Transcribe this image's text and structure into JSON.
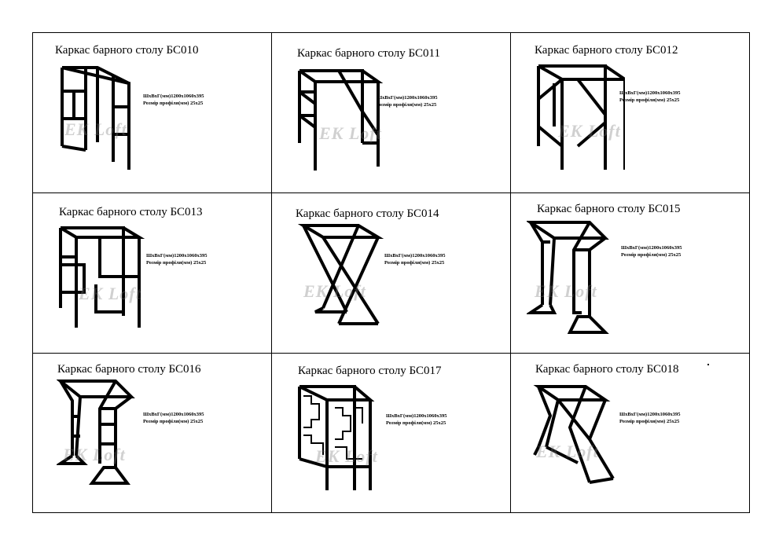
{
  "cards": [
    {
      "title": "Каркас барного столу БС010",
      "dims": "ШхВхГ(мм)1200х1060х395",
      "profile": "Розмір профіля(мм) 25х25",
      "watermark": "EK Loft",
      "frame_icon": "bar-frame-bs010-icon"
    },
    {
      "title": "Каркас барного столу БС011",
      "dims": "ШхВхГ(мм)1200х1060х395",
      "profile": "Розмір профіля(мм) 25х25",
      "watermark": "EK Loft",
      "frame_icon": "bar-frame-bs011-icon"
    },
    {
      "title": "Каркас барного столу БС012",
      "dims": "ШхВхГ(мм)1200х1060х395",
      "profile": "Розмір профіля(мм) 25х25",
      "watermark": "EK Loft",
      "frame_icon": "bar-frame-bs012-icon"
    },
    {
      "title": "Каркас барного столу БС013",
      "dims": "ШхВхГ(мм)1200х1060х395",
      "profile": "Розмір профіля(мм) 25х25",
      "watermark": "EK Loft",
      "frame_icon": "bar-frame-bs013-icon"
    },
    {
      "title": "Каркас барного столу БС014",
      "dims": "ШхВхГ(мм)1200х1060х395",
      "profile": "Розмір профіля(мм) 25х25",
      "watermark": "EK Loft",
      "frame_icon": "bar-frame-bs014-icon"
    },
    {
      "title": "Каркас барного столу БС015",
      "dims": "ШхВхГ(мм)1200х1060х395",
      "profile": "Розмір профіля(мм) 25х25",
      "watermark": "EK Loft",
      "frame_icon": "bar-frame-bs015-icon"
    },
    {
      "title": "Каркас барного столу БС016",
      "dims": "ШхВхГ(мм)1200х1060х395",
      "profile": "Розмір профіля(мм) 25х25",
      "watermark": "EK Loft",
      "frame_icon": "bar-frame-bs016-icon"
    },
    {
      "title": "Каркас барного столу БС017",
      "dims": "ШхВхГ(мм)1200х1060х395",
      "profile": "Розмір профіля(мм) 25х25",
      "watermark": "EK Loft",
      "frame_icon": "bar-frame-bs017-icon"
    },
    {
      "title": "Каркас барного столу БС018",
      "dims": "ШхВхГ(мм)1200х1060х395",
      "profile": "Розмір профіля(мм) 25х25",
      "watermark": "EK Loft",
      "frame_icon": "bar-frame-bs018-icon"
    }
  ]
}
